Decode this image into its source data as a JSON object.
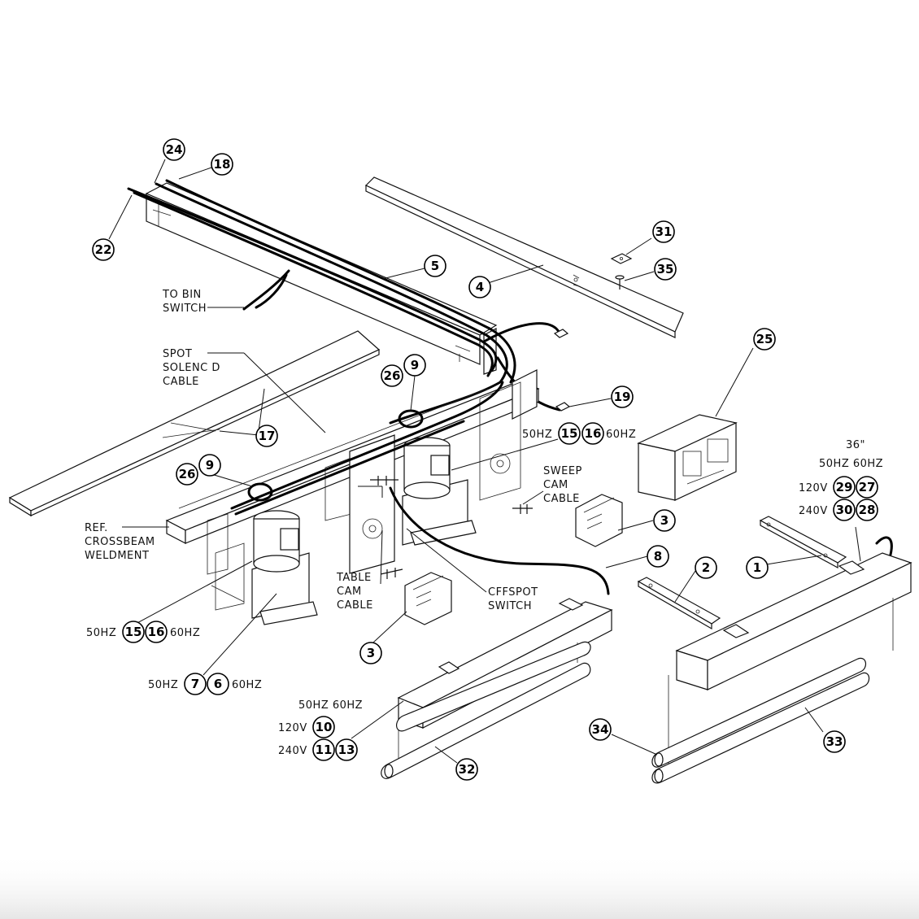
{
  "callouts": {
    "c24": "24",
    "c18": "18",
    "c22": "22",
    "c5": "5",
    "c4": "4",
    "c31": "31",
    "c35": "35",
    "c25": "25",
    "c19": "19",
    "c17": "17",
    "c26a": "26",
    "c9a": "9",
    "c26b": "26",
    "c9b": "9",
    "c15a": "15",
    "c16a": "16",
    "c3a": "3",
    "c29": "29",
    "c27": "27",
    "c30": "30",
    "c28": "28",
    "c8": "8",
    "c2": "2",
    "c1": "1",
    "c15b": "15",
    "c16b": "16",
    "c3b": "3",
    "c7": "7",
    "c6": "6",
    "c10": "10",
    "c11": "11",
    "c13": "13",
    "c32": "32",
    "c34": "34",
    "c33": "33"
  },
  "labels": {
    "to_bin_1": "TO  BIN",
    "to_bin_2": "SWITCH",
    "spot_1": "SPOT",
    "spot_2": "SOLENC D",
    "spot_3": "CABLE",
    "hz50_a": "50HZ",
    "hz60_a": "60HZ",
    "sweep_1": "SWEEP",
    "sweep_2": "CAM",
    "sweep_3": "CABLE",
    "in36": "36\"",
    "hz_pair_top": "50HZ  60HZ",
    "v120_a": "120V",
    "v240_a": "240V",
    "ref_1": "REF.",
    "ref_2": "CROSSBEAM",
    "ref_3": "WELDMENT",
    "table_1": "TABLE",
    "table_2": "CAM",
    "table_3": "CABLE",
    "offspot_1": "CFFSPOT",
    "offspot_2": "SWITCH",
    "hz50_b": "50HZ",
    "hz60_b": "60HZ",
    "hz50_c": "50HZ",
    "hz60_c": "60HZ",
    "hz_pair_bottom": "50HZ  60HZ",
    "v120_b": "120V",
    "v240_b": "240V"
  }
}
